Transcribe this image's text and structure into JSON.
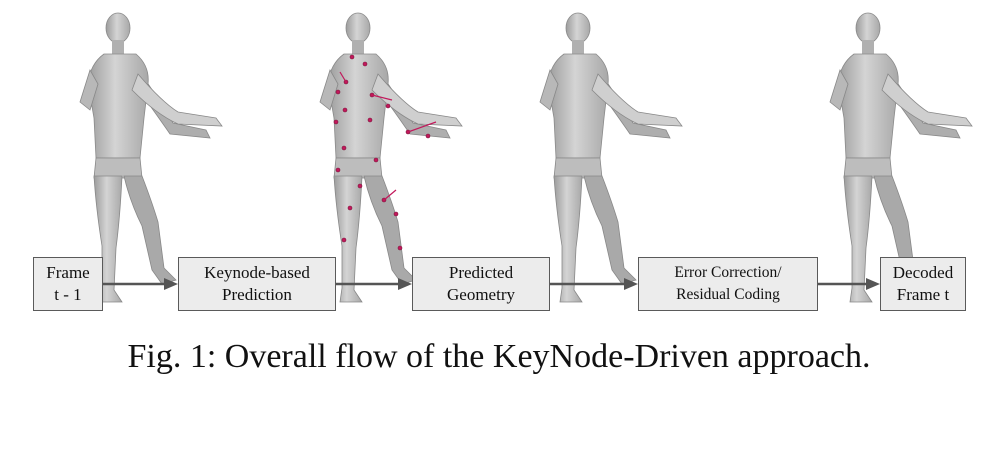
{
  "figure": {
    "boxes": [
      {
        "line1": "Frame",
        "line2": "t - 1"
      },
      {
        "line1": "Keynode-based",
        "line2": "Prediction"
      },
      {
        "line1": "Predicted",
        "line2": "Geometry"
      },
      {
        "line1": "Error Correction/",
        "line2": "Residual Coding"
      },
      {
        "line1": "Decoded",
        "line2": "Frame t"
      }
    ],
    "caption": "Fig. 1: Overall flow of the KeyNode-Driven approach.",
    "colors": {
      "mesh": "#c4c4c4",
      "mesh_shade": "#9a9a9a",
      "box_fill": "#ececec",
      "box_border": "#5a5a5a",
      "arrow": "#555555",
      "keynode": "#c2185b"
    }
  }
}
